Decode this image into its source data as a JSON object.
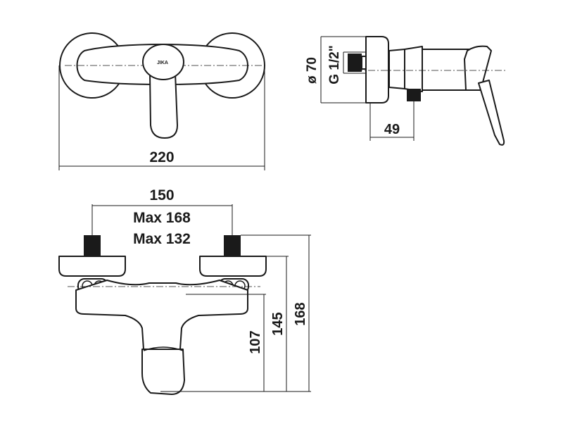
{
  "top_view": {
    "brand": "JIKA",
    "width_dim": "220"
  },
  "side_view": {
    "diameter_dim": "ø 70",
    "thread_dim": "G 1/2\"",
    "depth_dim": "49"
  },
  "front_view": {
    "spacing_dim": "150",
    "spacing_max": "Max 168",
    "spacing_min": "Max 132",
    "outlet_height": "107",
    "axis_height": "145",
    "total_height": "168"
  },
  "colors": {
    "line": "#1a1a1a",
    "background": "#ffffff"
  }
}
